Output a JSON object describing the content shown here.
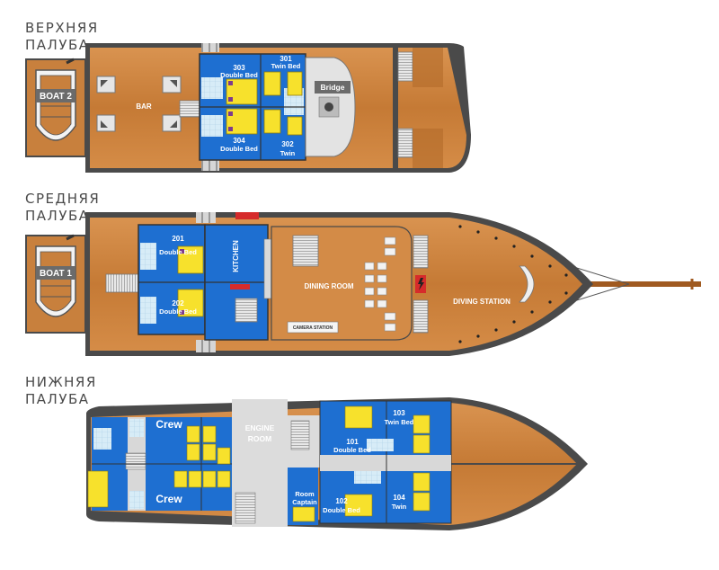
{
  "decks": {
    "upper": {
      "label_line1": "ВЕРХНЯЯ",
      "label_line2": "ПАЛУБА",
      "boat": "BOAT 2",
      "bar": "BAR",
      "bridge": "Bridge",
      "cabins": [
        {
          "number": "303",
          "type": "Double Bed"
        },
        {
          "number": "301",
          "type": "Twin Bed"
        },
        {
          "number": "304",
          "type": "Double Bed"
        },
        {
          "number": "302",
          "type": "Twin"
        }
      ]
    },
    "middle": {
      "label_line1": "СРЕДНЯЯ",
      "label_line2": "ПАЛУБА",
      "boat": "BOAT 1",
      "kitchen": "KITCHEN",
      "dining_room": "DINING ROOM",
      "diving_station": "DIVING STATION",
      "camera_station": "CAMERA STATION",
      "cabins": [
        {
          "number": "201",
          "type": "Double Bed"
        },
        {
          "number": "202",
          "type": "Double Bed"
        }
      ]
    },
    "lower": {
      "label_line1": "НИЖНЯЯ",
      "label_line2": "ПАЛУБА",
      "crew_top": "Crew",
      "crew_bottom": "Crew",
      "engine_room_line1": "ENGINE",
      "engine_room_line2": "ROOM",
      "captain_line1": "Room",
      "captain_line2": "Captain",
      "cabins": [
        {
          "number": "103",
          "type": "Twin Bed"
        },
        {
          "number": "101",
          "type": "Double Bed"
        },
        {
          "number": "102",
          "type": "Double Bed"
        },
        {
          "number": "104",
          "type": "Twin"
        }
      ]
    }
  },
  "colors": {
    "hull_wood": "#c8803d",
    "hull_wood_light": "#dc9a55",
    "hull_edge": "#4a4a4a",
    "cabin_blue": "#1e6fd1",
    "bed_yellow": "#f7e12c",
    "floor_tile": "#cfe7f4",
    "engine_gray": "#d8d8d8",
    "rail_dark": "#5a5a5a"
  }
}
